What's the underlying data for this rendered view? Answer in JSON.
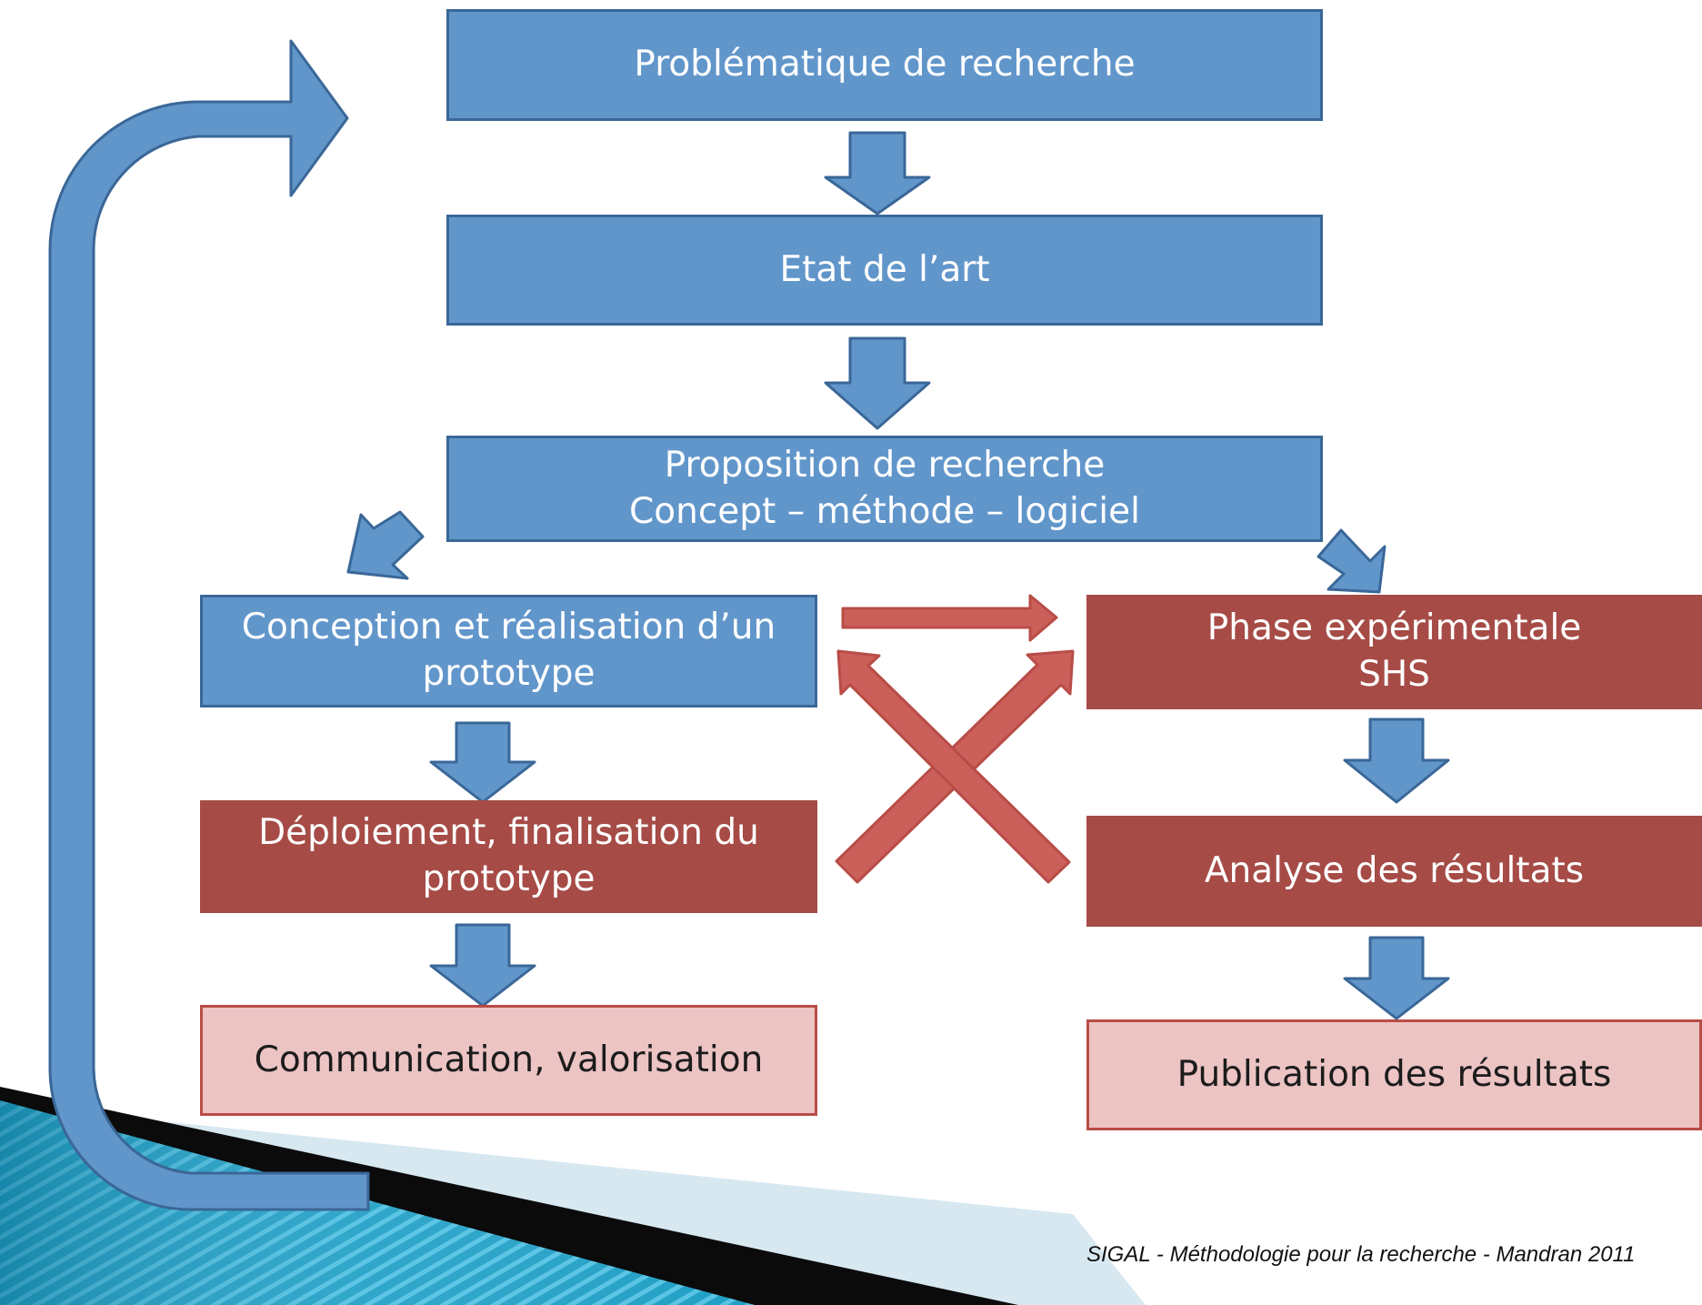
{
  "boxes": {
    "problematique": "Problématique de recherche",
    "etat_art": "Etat de l’art",
    "proposition": [
      "Proposition de recherche",
      "Concept – méthode – logiciel"
    ],
    "conception": [
      "Conception et réalisation d’un",
      "prototype"
    ],
    "deploiement": [
      "Déploiement, finalisation du",
      "prototype"
    ],
    "communication": "Communication, valorisation",
    "phase_experimentale": [
      "Phase expérimentale",
      "SHS"
    ],
    "analyse": "Analyse des résultats",
    "publication": "Publication des résultats"
  },
  "footer": "SIGAL - Méthodologie pour la recherche - Mandran 2011",
  "colors": {
    "blue_fill": "#6196cb",
    "blue_border": "#3a6797",
    "red_fill": "#a64b46",
    "pink_fill": "#ecc4c3",
    "cross_arrow_fill": "#cb5f5a",
    "cross_arrow_border": "#b94c47"
  }
}
